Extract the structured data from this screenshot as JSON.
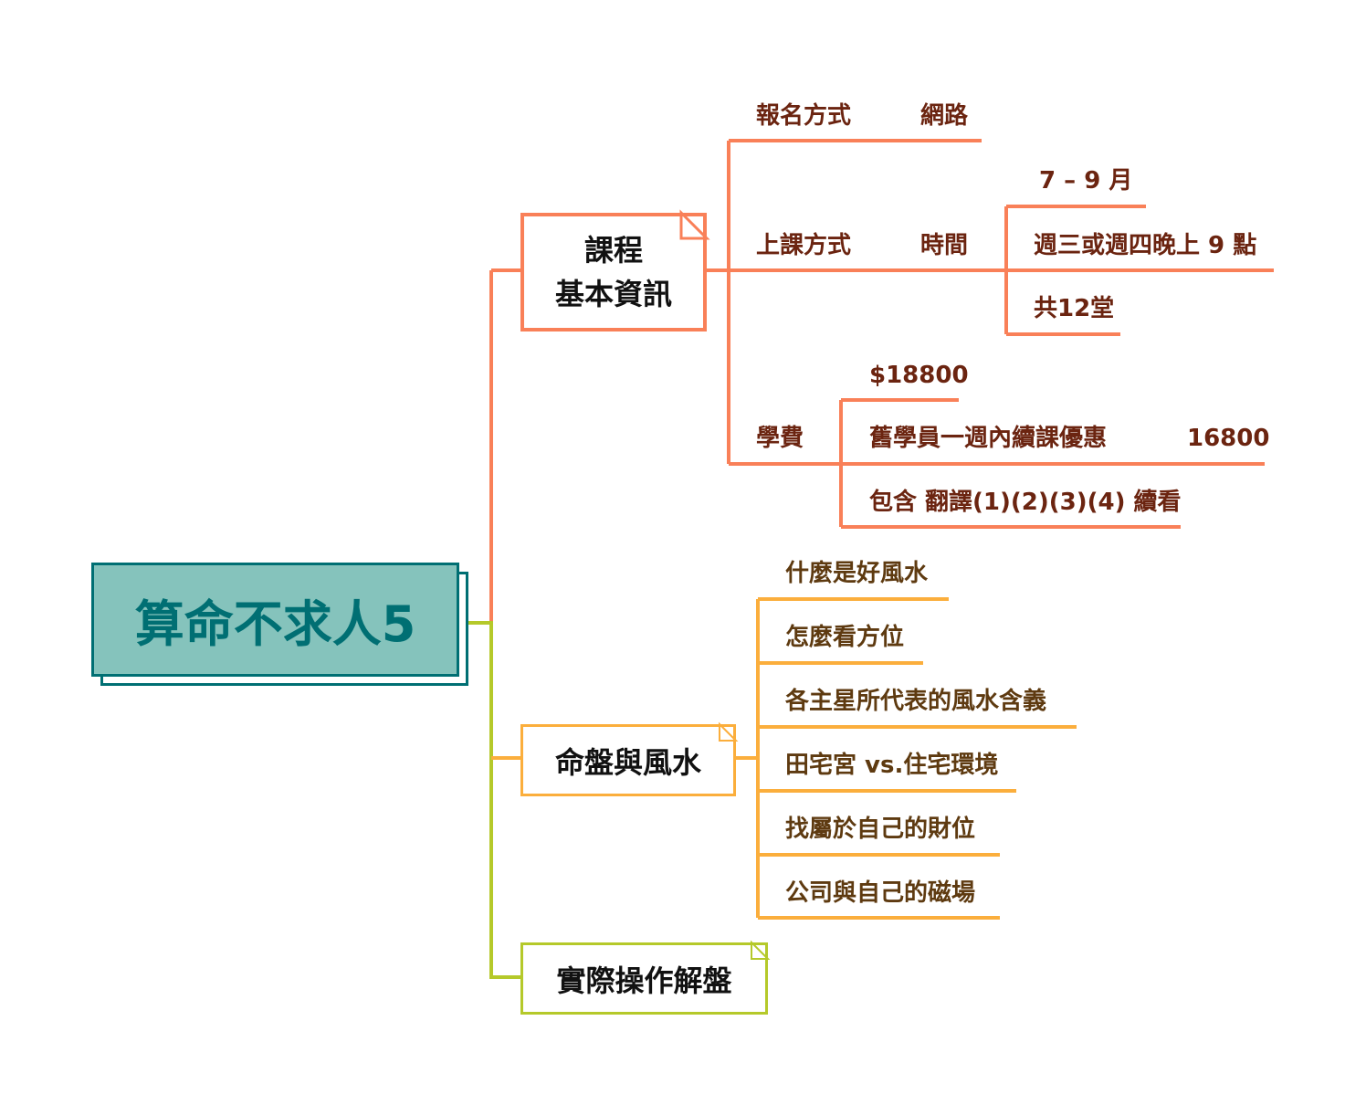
{
  "colors": {
    "root_fill": "#85c3bc",
    "root_border": "#006f73",
    "branch1": "#f98058",
    "branch2": "#fbae3c",
    "branch3": "#b5c92a"
  },
  "root": {
    "title": "算命不求人5"
  },
  "branch1": {
    "title_line1": "課程",
    "title_line2": "基本資訊",
    "signup": {
      "label": "報名方式",
      "value": "網路"
    },
    "class": {
      "label": "上課方式",
      "sub": "時間",
      "items": [
        "7 – 9 月",
        "週三或週四晚上 9 點",
        "共12堂"
      ]
    },
    "fee": {
      "label": "學費",
      "items": [
        "$18800",
        "舊學員一週內續課優惠",
        "包含 翻譯(1)(2)(3)(4) 續看"
      ],
      "discount_price": "16800"
    }
  },
  "branch2": {
    "title": "命盤與風水",
    "items": [
      "什麼是好風水",
      "怎麼看方位",
      "各主星所代表的風水含義",
      "田宅宮 vs.住宅環境",
      "找屬於自己的財位",
      "公司與自己的磁場"
    ]
  },
  "branch3": {
    "title": "實際操作解盤"
  }
}
